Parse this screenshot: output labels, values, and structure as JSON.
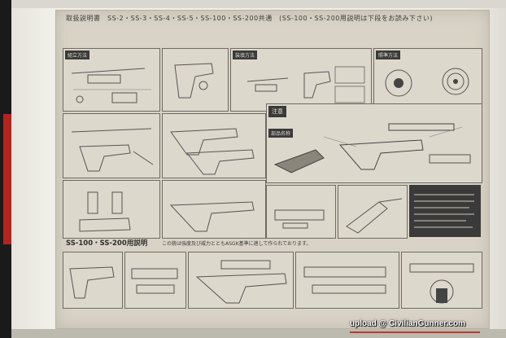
{
  "sheet": {
    "title": "取扱説明書　SS-2・SS-3・SS-4・SS-5・SS-100・SS-200共通　(SS-100・SS-200用説明は下段をお読み下さい)",
    "caution_label": "注意",
    "section2_title": "SS-100・SS-200用説明",
    "section2_note": "この銃は強度及び威力とともASGK基準に適して作られております。",
    "panels": {
      "assembly": "組立方法",
      "loading": "装填方法",
      "aiming": "照準方法",
      "parts": "部品名称"
    }
  },
  "watermark": "upload @ CivilianGunner.com"
}
